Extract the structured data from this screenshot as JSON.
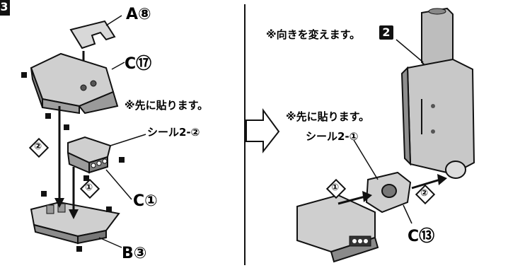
{
  "left": {
    "step_badge": "3",
    "labels": {
      "a8": "A⑧",
      "c17": "C⑰",
      "note": "※先に貼ります。",
      "seal_2_2": "シール2-②",
      "c1": "C①",
      "b3": "B③",
      "order_1": "①",
      "order_2": "②"
    }
  },
  "right": {
    "note_direction": "※向きを変えます。",
    "step_badge": "2",
    "note_first": "※先に貼ります。",
    "seal_2_1": "シール2-①",
    "c13": "C⑬",
    "order_1": "①",
    "order_2": "②"
  },
  "colors": {
    "part_light": "#d4d4d4",
    "part_mid": "#a8a8a8",
    "part_dark": "#6e6e6e",
    "outline": "#111111"
  }
}
